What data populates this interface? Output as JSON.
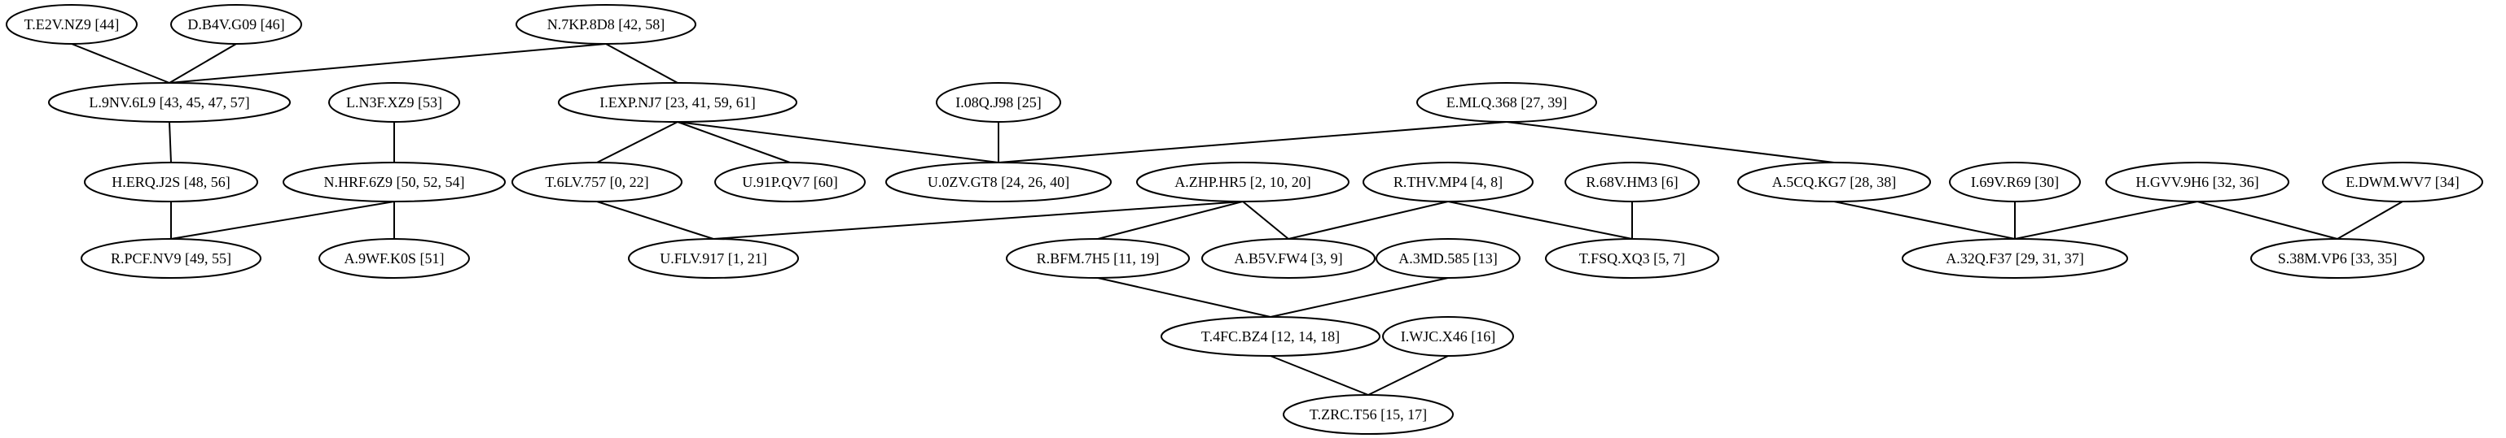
{
  "nodes": [
    {
      "id": "T.E2V.NZ9",
      "label": "T.E2V.NZ9 [44]"
    },
    {
      "id": "D.B4V.G09",
      "label": "D.B4V.G09 [46]"
    },
    {
      "id": "N.7KP.8D8",
      "label": "N.7KP.8D8 [42, 58]"
    },
    {
      "id": "L.9NV.6L9",
      "label": "L.9NV.6L9 [43, 45, 47, 57]"
    },
    {
      "id": "L.N3F.XZ9",
      "label": "L.N3F.XZ9 [53]"
    },
    {
      "id": "I.EXP.NJ7",
      "label": "I.EXP.NJ7 [23, 41, 59, 61]"
    },
    {
      "id": "I.08Q.J98",
      "label": "I.08Q.J98 [25]"
    },
    {
      "id": "E.MLQ.368",
      "label": "E.MLQ.368 [27, 39]"
    },
    {
      "id": "H.ERQ.J2S",
      "label": "H.ERQ.J2S [48, 56]"
    },
    {
      "id": "N.HRF.6Z9",
      "label": "N.HRF.6Z9 [50, 52, 54]"
    },
    {
      "id": "T.6LV.757",
      "label": "T.6LV.757 [0, 22]"
    },
    {
      "id": "U.91P.QV7",
      "label": "U.91P.QV7 [60]"
    },
    {
      "id": "U.0ZV.GT8",
      "label": "U.0ZV.GT8 [24, 26, 40]"
    },
    {
      "id": "A.ZHP.HR5",
      "label": "A.ZHP.HR5 [2, 10, 20]"
    },
    {
      "id": "R.THV.MP4",
      "label": "R.THV.MP4 [4, 8]"
    },
    {
      "id": "R.68V.HM3",
      "label": "R.68V.HM3 [6]"
    },
    {
      "id": "A.5CQ.KG7",
      "label": "A.5CQ.KG7 [28, 38]"
    },
    {
      "id": "I.69V.R69",
      "label": "I.69V.R69 [30]"
    },
    {
      "id": "H.GVV.9H6",
      "label": "H.GVV.9H6 [32, 36]"
    },
    {
      "id": "E.DWM.WV7",
      "label": "E.DWM.WV7 [34]"
    },
    {
      "id": "R.PCF.NV9",
      "label": "R.PCF.NV9 [49, 55]"
    },
    {
      "id": "A.9WF.K0S",
      "label": "A.9WF.K0S [51]"
    },
    {
      "id": "U.FLV.917",
      "label": "U.FLV.917 [1, 21]"
    },
    {
      "id": "R.BFM.7H5",
      "label": "R.BFM.7H5 [11, 19]"
    },
    {
      "id": "A.B5V.FW4",
      "label": "A.B5V.FW4 [3, 9]"
    },
    {
      "id": "A.3MD.585",
      "label": "A.3MD.585 [13]"
    },
    {
      "id": "T.FSQ.XQ3",
      "label": "T.FSQ.XQ3 [5, 7]"
    },
    {
      "id": "A.32Q.F37",
      "label": "A.32Q.F37 [29, 31, 37]"
    },
    {
      "id": "S.38M.VP6",
      "label": "S.38M.VP6 [33, 35]"
    },
    {
      "id": "T.4FC.BZ4",
      "label": "T.4FC.BZ4 [12, 14, 18]"
    },
    {
      "id": "I.WJC.X46",
      "label": "I.WJC.X46 [16]"
    },
    {
      "id": "T.ZRC.T56",
      "label": "T.ZRC.T56 [15, 17]"
    }
  ],
  "edges": [
    [
      "T.E2V.NZ9",
      "L.9NV.6L9"
    ],
    [
      "D.B4V.G09",
      "L.9NV.6L9"
    ],
    [
      "N.7KP.8D8",
      "L.9NV.6L9"
    ],
    [
      "N.7KP.8D8",
      "I.EXP.NJ7"
    ],
    [
      "L.9NV.6L9",
      "H.ERQ.J2S"
    ],
    [
      "L.N3F.XZ9",
      "N.HRF.6Z9"
    ],
    [
      "I.EXP.NJ7",
      "T.6LV.757"
    ],
    [
      "I.EXP.NJ7",
      "U.91P.QV7"
    ],
    [
      "I.EXP.NJ7",
      "U.0ZV.GT8"
    ],
    [
      "I.08Q.J98",
      "U.0ZV.GT8"
    ],
    [
      "E.MLQ.368",
      "U.0ZV.GT8"
    ],
    [
      "E.MLQ.368",
      "A.5CQ.KG7"
    ],
    [
      "H.ERQ.J2S",
      "R.PCF.NV9"
    ],
    [
      "N.HRF.6Z9",
      "R.PCF.NV9"
    ],
    [
      "N.HRF.6Z9",
      "A.9WF.K0S"
    ],
    [
      "T.6LV.757",
      "U.FLV.917"
    ],
    [
      "A.ZHP.HR5",
      "U.FLV.917"
    ],
    [
      "A.ZHP.HR5",
      "R.BFM.7H5"
    ],
    [
      "A.ZHP.HR5",
      "A.B5V.FW4"
    ],
    [
      "R.THV.MP4",
      "A.B5V.FW4"
    ],
    [
      "R.THV.MP4",
      "T.FSQ.XQ3"
    ],
    [
      "R.68V.HM3",
      "T.FSQ.XQ3"
    ],
    [
      "A.5CQ.KG7",
      "A.32Q.F37"
    ],
    [
      "I.69V.R69",
      "A.32Q.F37"
    ],
    [
      "H.GVV.9H6",
      "A.32Q.F37"
    ],
    [
      "H.GVV.9H6",
      "S.38M.VP6"
    ],
    [
      "E.DWM.WV7",
      "S.38M.VP6"
    ],
    [
      "R.BFM.7H5",
      "T.4FC.BZ4"
    ],
    [
      "A.3MD.585",
      "T.4FC.BZ4"
    ],
    [
      "T.4FC.BZ4",
      "T.ZRC.T56"
    ],
    [
      "I.WJC.X46",
      "T.ZRC.T56"
    ]
  ]
}
